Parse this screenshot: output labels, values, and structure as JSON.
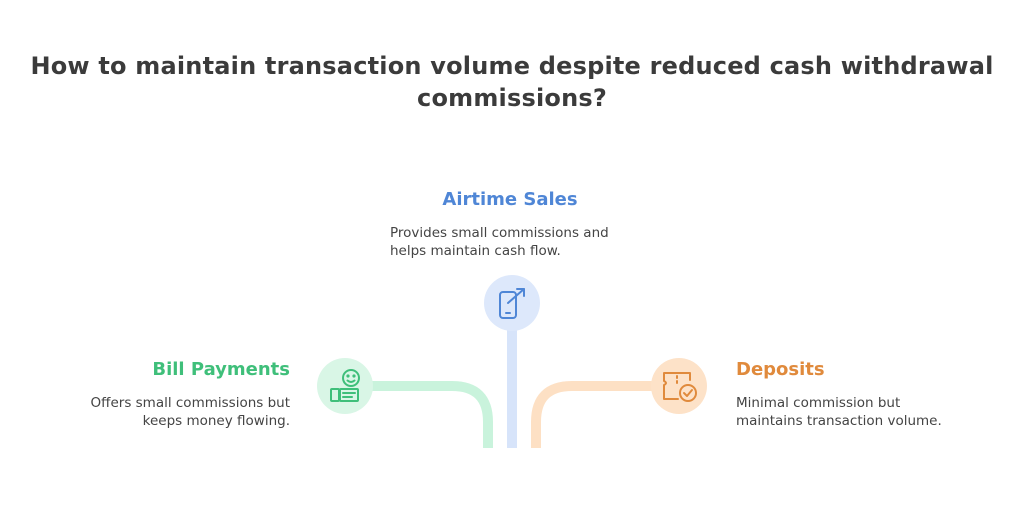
{
  "title": {
    "line1": "How to maintain transaction volume despite reduced cash withdrawal",
    "line2": "commissions?"
  },
  "branches": [
    {
      "heading": "Airtime Sales",
      "desc_line1": "Provides small commissions and",
      "desc_line2": "helps maintain cash flow.",
      "color": "#4f86d6",
      "circle_fill": "#dde8fb",
      "icon": "phone-trend-icon"
    },
    {
      "heading": "Bill Payments",
      "desc_line1": "Offers small commissions but",
      "desc_line2": "keeps money flowing.",
      "color": "#3fbf7a",
      "circle_fill": "#d9f6e6",
      "icon": "money-smile-icon"
    },
    {
      "heading": "Deposits",
      "desc_line1": "Minimal commission but",
      "desc_line2": "maintains transaction volume.",
      "color": "#e08a3c",
      "circle_fill": "#fde2c8",
      "icon": "ticket-check-icon"
    }
  ]
}
